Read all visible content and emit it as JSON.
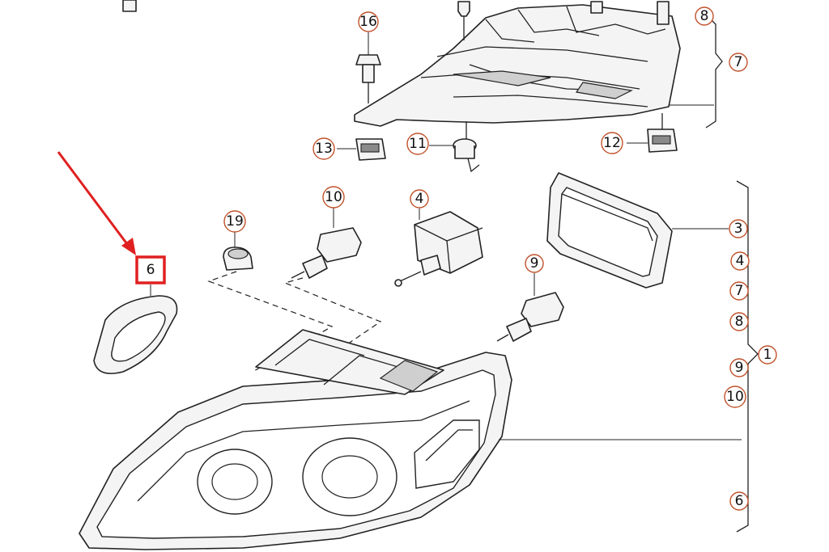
{
  "callouts": {
    "c16": "16",
    "c8_top": "8",
    "c7_top": "7",
    "c13": "13",
    "c11": "11",
    "c12": "12",
    "c10": "10",
    "c4": "4",
    "c19": "19",
    "c6_highlight": "6",
    "c9": "9",
    "c3": "3",
    "r4": "4",
    "r7": "7",
    "r8": "8",
    "r9": "9",
    "r10": "10",
    "r6": "6",
    "r1": "1"
  },
  "colors": {
    "highlight": "#e02020",
    "callout_ring": "#c0522a",
    "line": "#222222"
  }
}
